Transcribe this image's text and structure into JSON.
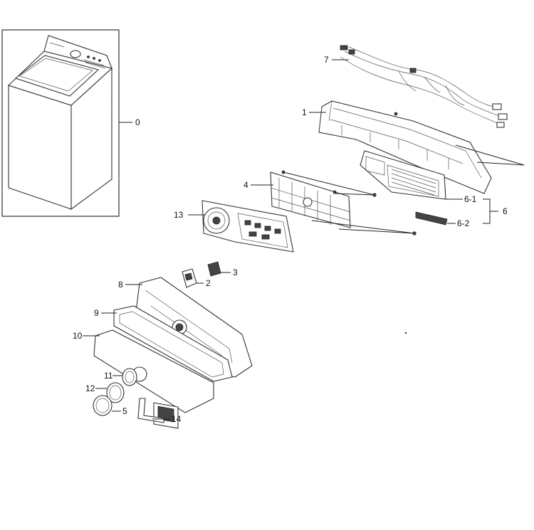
{
  "callouts": {
    "c0": "0",
    "c1": "1",
    "c2": "2",
    "c3": "3",
    "c4": "4",
    "c5": "5",
    "c6": "6",
    "c6_1": "6-1",
    "c6_2": "6-2",
    "c7": "7",
    "c8": "8",
    "c9": "9",
    "c10": "10",
    "c11": "11",
    "c12": "12",
    "c13": "13",
    "c14": "14"
  }
}
